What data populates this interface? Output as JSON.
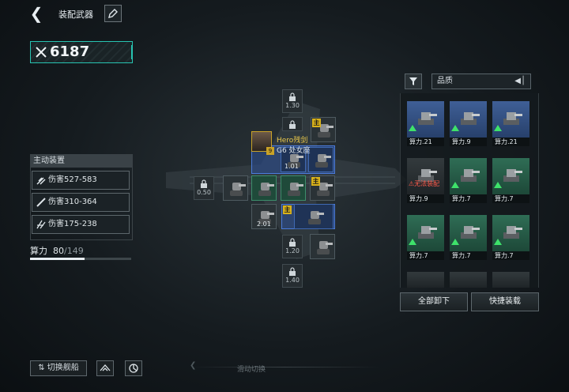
{
  "header": {
    "title": "装配武器"
  },
  "power": {
    "value": "6187"
  },
  "active_equipment": {
    "title": "主动装置",
    "weapons": [
      {
        "label": "伤害527-583"
      },
      {
        "label": "伤害310-364"
      },
      {
        "label": "伤害175-238"
      }
    ]
  },
  "capacity": {
    "label": "算力",
    "current": "80",
    "total": "/149",
    "fraction": 0.537
  },
  "grid": {
    "locks": {
      "a": "1.30",
      "b": "1.20",
      "c": "1.40",
      "d": "0.50"
    },
    "values": {
      "center": "1.01",
      "left_bottom": "2.01"
    },
    "main_tag": "主",
    "hero": {
      "name": "Hero残剑",
      "rank": "G6 处女座",
      "level": "9"
    }
  },
  "filter": {
    "quality_label": "品质"
  },
  "inventory": [
    {
      "label": "算力.21",
      "color": "blue"
    },
    {
      "label": "算力.9",
      "color": "blue"
    },
    {
      "label": "算力.21",
      "color": "blue"
    },
    {
      "label": "算力.9",
      "color": "gray",
      "warning": "无法装配"
    },
    {
      "label": "算力.7",
      "color": "green"
    },
    {
      "label": "算力.7",
      "color": "green"
    },
    {
      "label": "算力.7",
      "color": "green"
    },
    {
      "label": "算力.7",
      "color": "green"
    },
    {
      "label": "算力.7",
      "color": "orange"
    }
  ],
  "actions": {
    "unload_all": "全部卸下",
    "quick_equip": "快捷装载"
  },
  "bottom": {
    "switch_ship": "切换舰船",
    "swipe_hint": "滑动切换"
  },
  "colors": {
    "accent": "#27c3b1",
    "slot_blue": "#4a7bdc",
    "slot_green": "#3d8c6b",
    "main_tag": "#d9b21b"
  }
}
